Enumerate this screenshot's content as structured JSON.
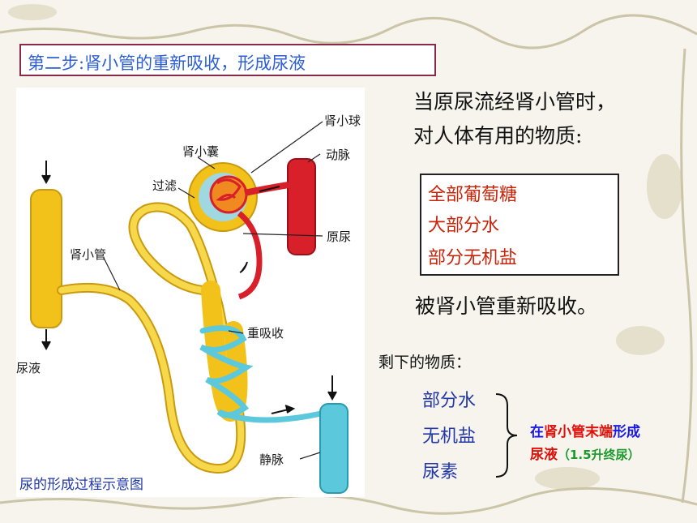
{
  "title": "第二步:肾小管的重新吸收，形成尿液",
  "intro_line1": "当原尿流经肾小管时，",
  "intro_line2": "对人体有用的物质:",
  "reabsorbed": [
    "全部葡萄糖",
    "大部分水",
    "部分无机盐"
  ],
  "reabsorbed_conclusion": "被肾小管重新吸收。",
  "remaining_label": "剩下的物质：",
  "remaining": [
    "部分水",
    "无机盐",
    "尿素"
  ],
  "result": {
    "part1": "在",
    "part2": "肾小管末端",
    "part3": "形成",
    "part4": "尿液",
    "part5": "（1.5升终尿）"
  },
  "diagram": {
    "caption": "尿的形成过程示意图",
    "labels": {
      "glomerulus": "肾小球",
      "capsule": "肾小囊",
      "artery": "动脉",
      "filtration": "过滤",
      "primary_urine": "原尿",
      "tubule": "肾小管",
      "reabsorption": "重吸收",
      "urine": "尿液",
      "vein": "静脉"
    }
  },
  "colors": {
    "title": "#2c5fd4",
    "reabsorbed": "#c8240a",
    "remaining": "#2238a8",
    "result_blue": "#1a1ae0",
    "result_red": "#e0100a",
    "result_green": "#1a9a2a",
    "tubule": "#f2c21b",
    "artery": "#d8202a",
    "vein": "#5cc8dc"
  }
}
